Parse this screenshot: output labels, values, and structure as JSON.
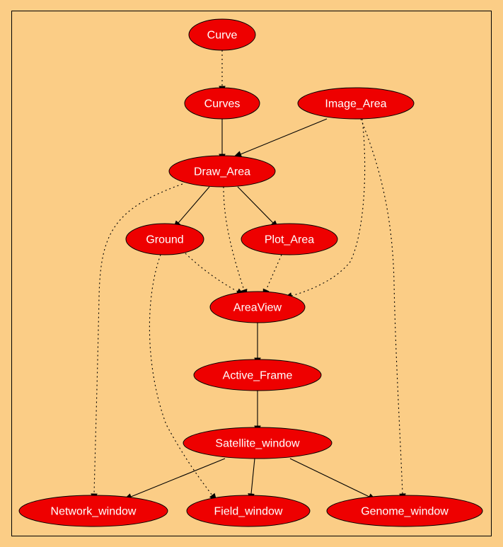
{
  "colors": {
    "background": "#fbcd86",
    "node_fill": "#ee0000",
    "node_text": "#ffffff",
    "edge": "#000000"
  },
  "nodes": [
    {
      "id": "curve",
      "label": "Curve"
    },
    {
      "id": "curves",
      "label": "Curves"
    },
    {
      "id": "image_area",
      "label": "Image_Area"
    },
    {
      "id": "draw_area",
      "label": "Draw_Area"
    },
    {
      "id": "ground",
      "label": "Ground"
    },
    {
      "id": "plot_area",
      "label": "Plot_Area"
    },
    {
      "id": "areaview",
      "label": "AreaView"
    },
    {
      "id": "active_frame",
      "label": "Active_Frame"
    },
    {
      "id": "satellite_window",
      "label": "Satellite_window"
    },
    {
      "id": "network_window",
      "label": "Network_window"
    },
    {
      "id": "field_window",
      "label": "Field_window"
    },
    {
      "id": "genome_window",
      "label": "Genome_window"
    }
  ],
  "edges": [
    {
      "from": "curve",
      "to": "curves",
      "style": "dotted"
    },
    {
      "from": "curves",
      "to": "draw_area",
      "style": "solid"
    },
    {
      "from": "image_area",
      "to": "draw_area",
      "style": "solid"
    },
    {
      "from": "image_area",
      "to": "areaview",
      "style": "dotted"
    },
    {
      "from": "image_area",
      "to": "genome_window",
      "style": "dotted"
    },
    {
      "from": "draw_area",
      "to": "ground",
      "style": "solid"
    },
    {
      "from": "draw_area",
      "to": "plot_area",
      "style": "solid"
    },
    {
      "from": "draw_area",
      "to": "areaview",
      "style": "dotted"
    },
    {
      "from": "draw_area",
      "to": "network_window",
      "style": "dotted"
    },
    {
      "from": "ground",
      "to": "areaview",
      "style": "dotted"
    },
    {
      "from": "ground",
      "to": "field_window",
      "style": "dotted"
    },
    {
      "from": "plot_area",
      "to": "areaview",
      "style": "dotted"
    },
    {
      "from": "areaview",
      "to": "active_frame",
      "style": "solid"
    },
    {
      "from": "active_frame",
      "to": "satellite_window",
      "style": "solid"
    },
    {
      "from": "satellite_window",
      "to": "network_window",
      "style": "solid"
    },
    {
      "from": "satellite_window",
      "to": "field_window",
      "style": "solid"
    },
    {
      "from": "satellite_window",
      "to": "genome_window",
      "style": "solid"
    }
  ]
}
